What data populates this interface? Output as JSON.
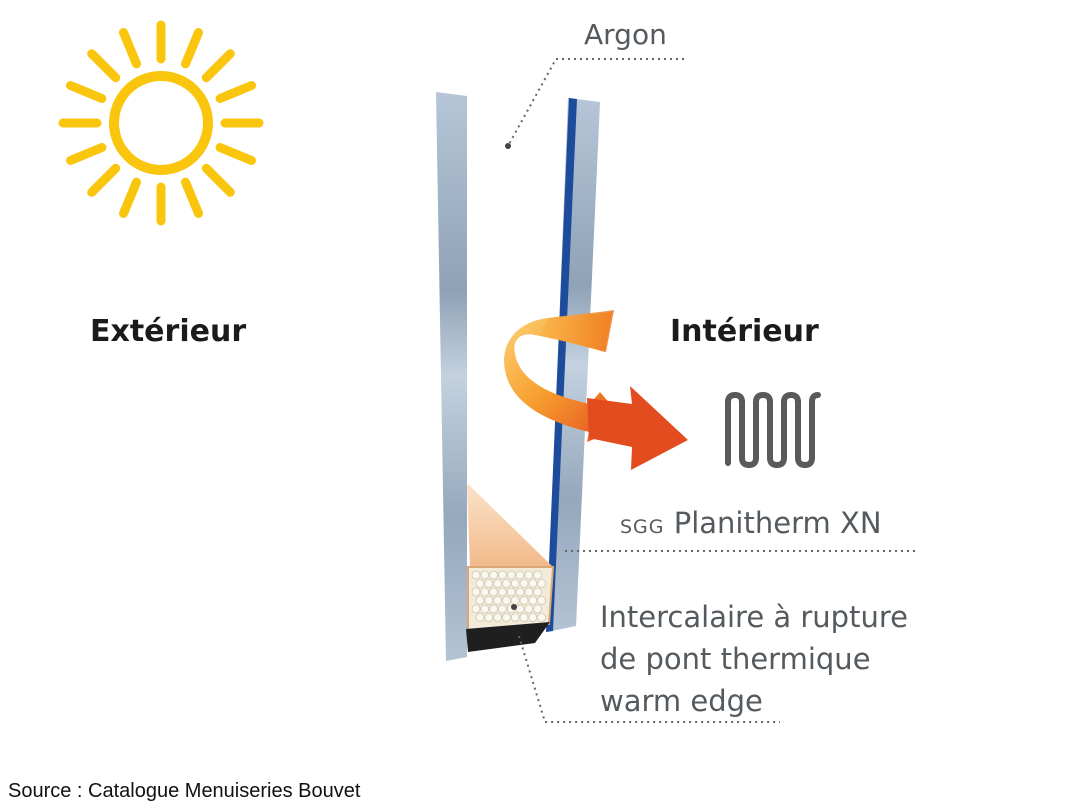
{
  "labels": {
    "argon": "Argon",
    "exterieur": "Extérieur",
    "interieur": "Intérieur",
    "sgg_prefix": "SGG",
    "planitherm": "Planitherm XN",
    "intercalaire_lines": [
      "Intercalaire à rupture",
      "de pont thermique",
      "warm edge"
    ]
  },
  "source": "Source : Catalogue Menuiseries Bouvet",
  "icons": [
    "sun-icon",
    "radiator-icon",
    "heat-reflection-arrow-icon"
  ],
  "colors": {
    "sun": "#f9c60d",
    "glass": "#aebed0",
    "coating": "#1d4c9c",
    "arrow_start": "#fbc35a",
    "arrow_end": "#e2461c",
    "radiator": "#5a5a5c",
    "text": "#555a5e"
  }
}
